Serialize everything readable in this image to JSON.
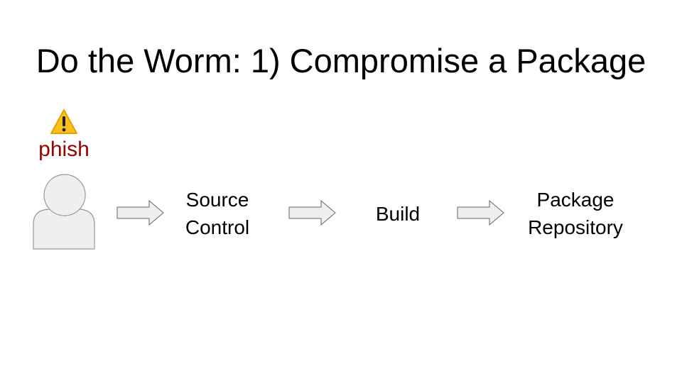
{
  "slide": {
    "title": "Do the Worm: 1) Compromise a Package"
  },
  "actor": {
    "warning_label": "phish",
    "warning_icon": "warning-icon",
    "person_icon": "person-icon",
    "warning_color": "#990000"
  },
  "pipeline": {
    "stages": [
      {
        "line1": "Source",
        "line2": "Control"
      },
      {
        "line1": "Build",
        "line2": ""
      },
      {
        "line1": "Package",
        "line2": "Repository"
      }
    ]
  },
  "colors": {
    "shape_fill": "#efefef",
    "shape_stroke": "#999999",
    "warning_fill": "#f9c11b"
  }
}
